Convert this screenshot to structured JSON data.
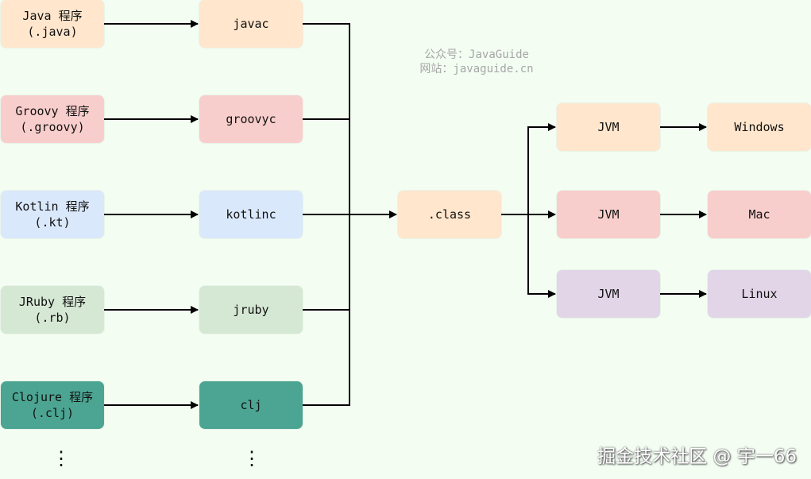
{
  "watermark": {
    "line1": "公众号：JavaGuide",
    "line2": "网站：javaguide.cn"
  },
  "sources": [
    {
      "line1": "Java 程序",
      "line2": "(.java)"
    },
    {
      "line1": "Groovy 程序",
      "line2": "(.groovy)"
    },
    {
      "line1": "Kotlin 程序",
      "line2": "(.kt)"
    },
    {
      "line1": "JRuby 程序",
      "line2": "(.rb)"
    },
    {
      "line1": "Clojure 程序",
      "line2": "(.clj)"
    }
  ],
  "compilers": [
    "javac",
    "groovyc",
    "kotlinc",
    "jruby",
    "clj"
  ],
  "bytecode": ".class",
  "jvms": [
    "JVM",
    "JVM",
    "JVM"
  ],
  "platforms": [
    "Windows",
    "Mac",
    "Linux"
  ],
  "ellipsis": "⋮",
  "community_watermark": "掘金技术社区 @ 宇一66"
}
